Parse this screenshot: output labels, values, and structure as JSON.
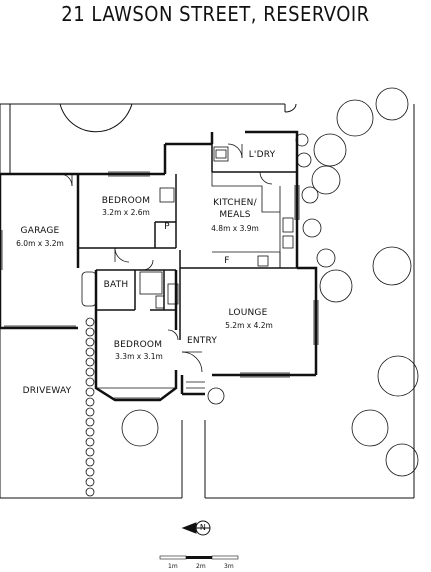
{
  "title": "21 LAWSON STREET, RESERVOIR",
  "rooms": {
    "bedroom1": {
      "name": "BEDROOM",
      "size": "3.2m x 2.6m"
    },
    "kitchen": {
      "name": "KITCHEN/",
      "name2": "MEALS",
      "size": "4.8m x 3.9m"
    },
    "laundry": {
      "name": "L'DRY"
    },
    "garage": {
      "name": "GARAGE",
      "size": "6.0m x 3.2m"
    },
    "bath": {
      "name": "BATH"
    },
    "lounge": {
      "name": "LOUNGE",
      "size": "5.2m x 4.2m"
    },
    "entry": {
      "name": "ENTRY"
    },
    "bedroom2": {
      "name": "BEDROOM",
      "size": "3.3m x 3.1m"
    },
    "driveway": {
      "name": "DRIVEWAY"
    },
    "pantry": {
      "name": "P"
    },
    "fridge": {
      "name": "F"
    }
  },
  "compass": {
    "label": "N"
  },
  "scale": {
    "labels": [
      "1m",
      "2m",
      "3m"
    ]
  }
}
